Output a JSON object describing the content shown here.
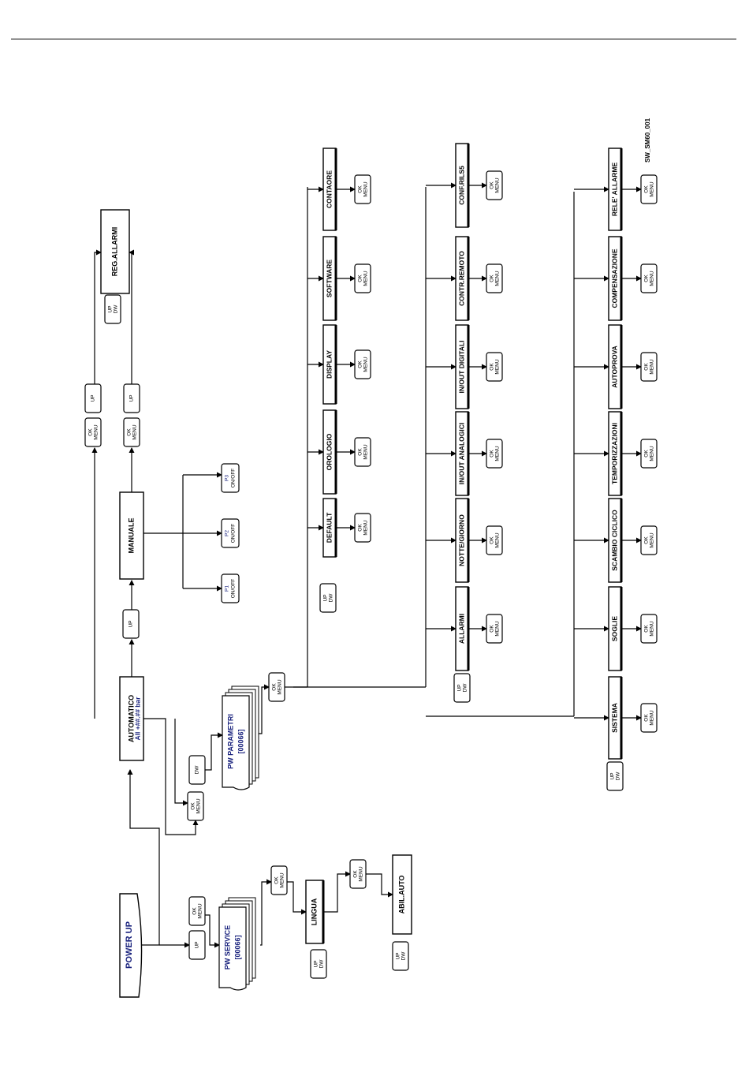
{
  "header": {
    "figure_code": "SW_SM60_001"
  },
  "buttons": {
    "ok": "OK",
    "menu": "MENU",
    "up": "UP",
    "dw": "DW",
    "on_off": "ON/OFF"
  },
  "nodes": {
    "power_up": "POWER UP",
    "pw_service": "PW SERVICE",
    "pw_service_code": "[00066]",
    "lingua": "LINGUA",
    "abil_auto": "ABIL.AUTO",
    "automatico": "AUTOMATICO",
    "automatico_line2": "All +##.## bar",
    "manuale": "MANUALE",
    "reg_allarmi": "REG.ALLARMI",
    "pw_parametri": "PW PARAMETRI",
    "pw_parametri_code": "[00066]",
    "p1": "P1",
    "p2": "P2",
    "p3": "P3"
  },
  "menu_rows": [
    {
      "name": "general",
      "items": [
        "DEFAULT",
        "OROLOGIO",
        "DISPLAY",
        "SOFTWARE",
        "CONTAORE"
      ]
    },
    {
      "name": "io",
      "items": [
        "ALLARMI",
        "NOTTE/GIORNO",
        "IN/OUT ANALOGICI",
        "IN/OUT DIGITALI",
        "CONTR.REMOTO",
        "CONF.RILS5"
      ]
    },
    {
      "name": "system",
      "items": [
        "SISTEMA",
        "SOGLIE",
        "SCAMBIO CICLICO",
        "TEMPORIZZAZIONI",
        "AUTOPROVA",
        "COMPENSAZIONE",
        "RELE' ALLARME"
      ]
    }
  ]
}
